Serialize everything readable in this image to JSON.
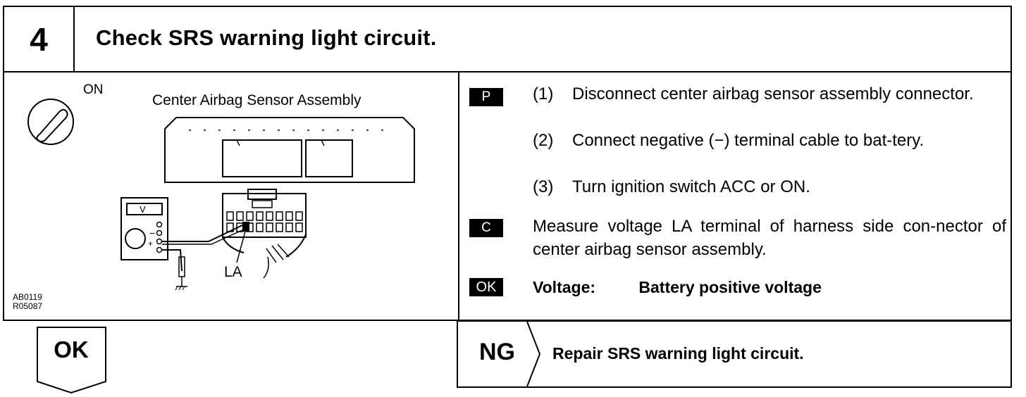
{
  "header": {
    "step_number": "4",
    "title": "Check SRS warning light circuit."
  },
  "figure": {
    "ignition_label": "ON",
    "sensor_label": "Center Airbag Sensor Assembly",
    "meter_label": "V",
    "terminal_label": "LA",
    "code_lines": [
      "AB0119",
      "R05087"
    ]
  },
  "instructions": {
    "badge_prepare": "P",
    "steps": [
      {
        "num": "(1)",
        "text": "Disconnect center airbag sensor assembly connector."
      },
      {
        "num": "(2)",
        "text": "Connect negative (−) terminal cable to bat-tery."
      },
      {
        "num": "(3)",
        "text": "Turn ignition switch ACC or ON."
      }
    ],
    "badge_check": "C",
    "measure_text": "Measure voltage LA terminal of harness side con-nector of center airbag sensor assembly.",
    "badge_ok": "OK",
    "result_label": "Voltage:",
    "result_value": "Battery positive voltage"
  },
  "outcomes": {
    "ok_label": "OK",
    "ng_label": "NG",
    "ng_action": "Repair SRS warning light circuit."
  }
}
